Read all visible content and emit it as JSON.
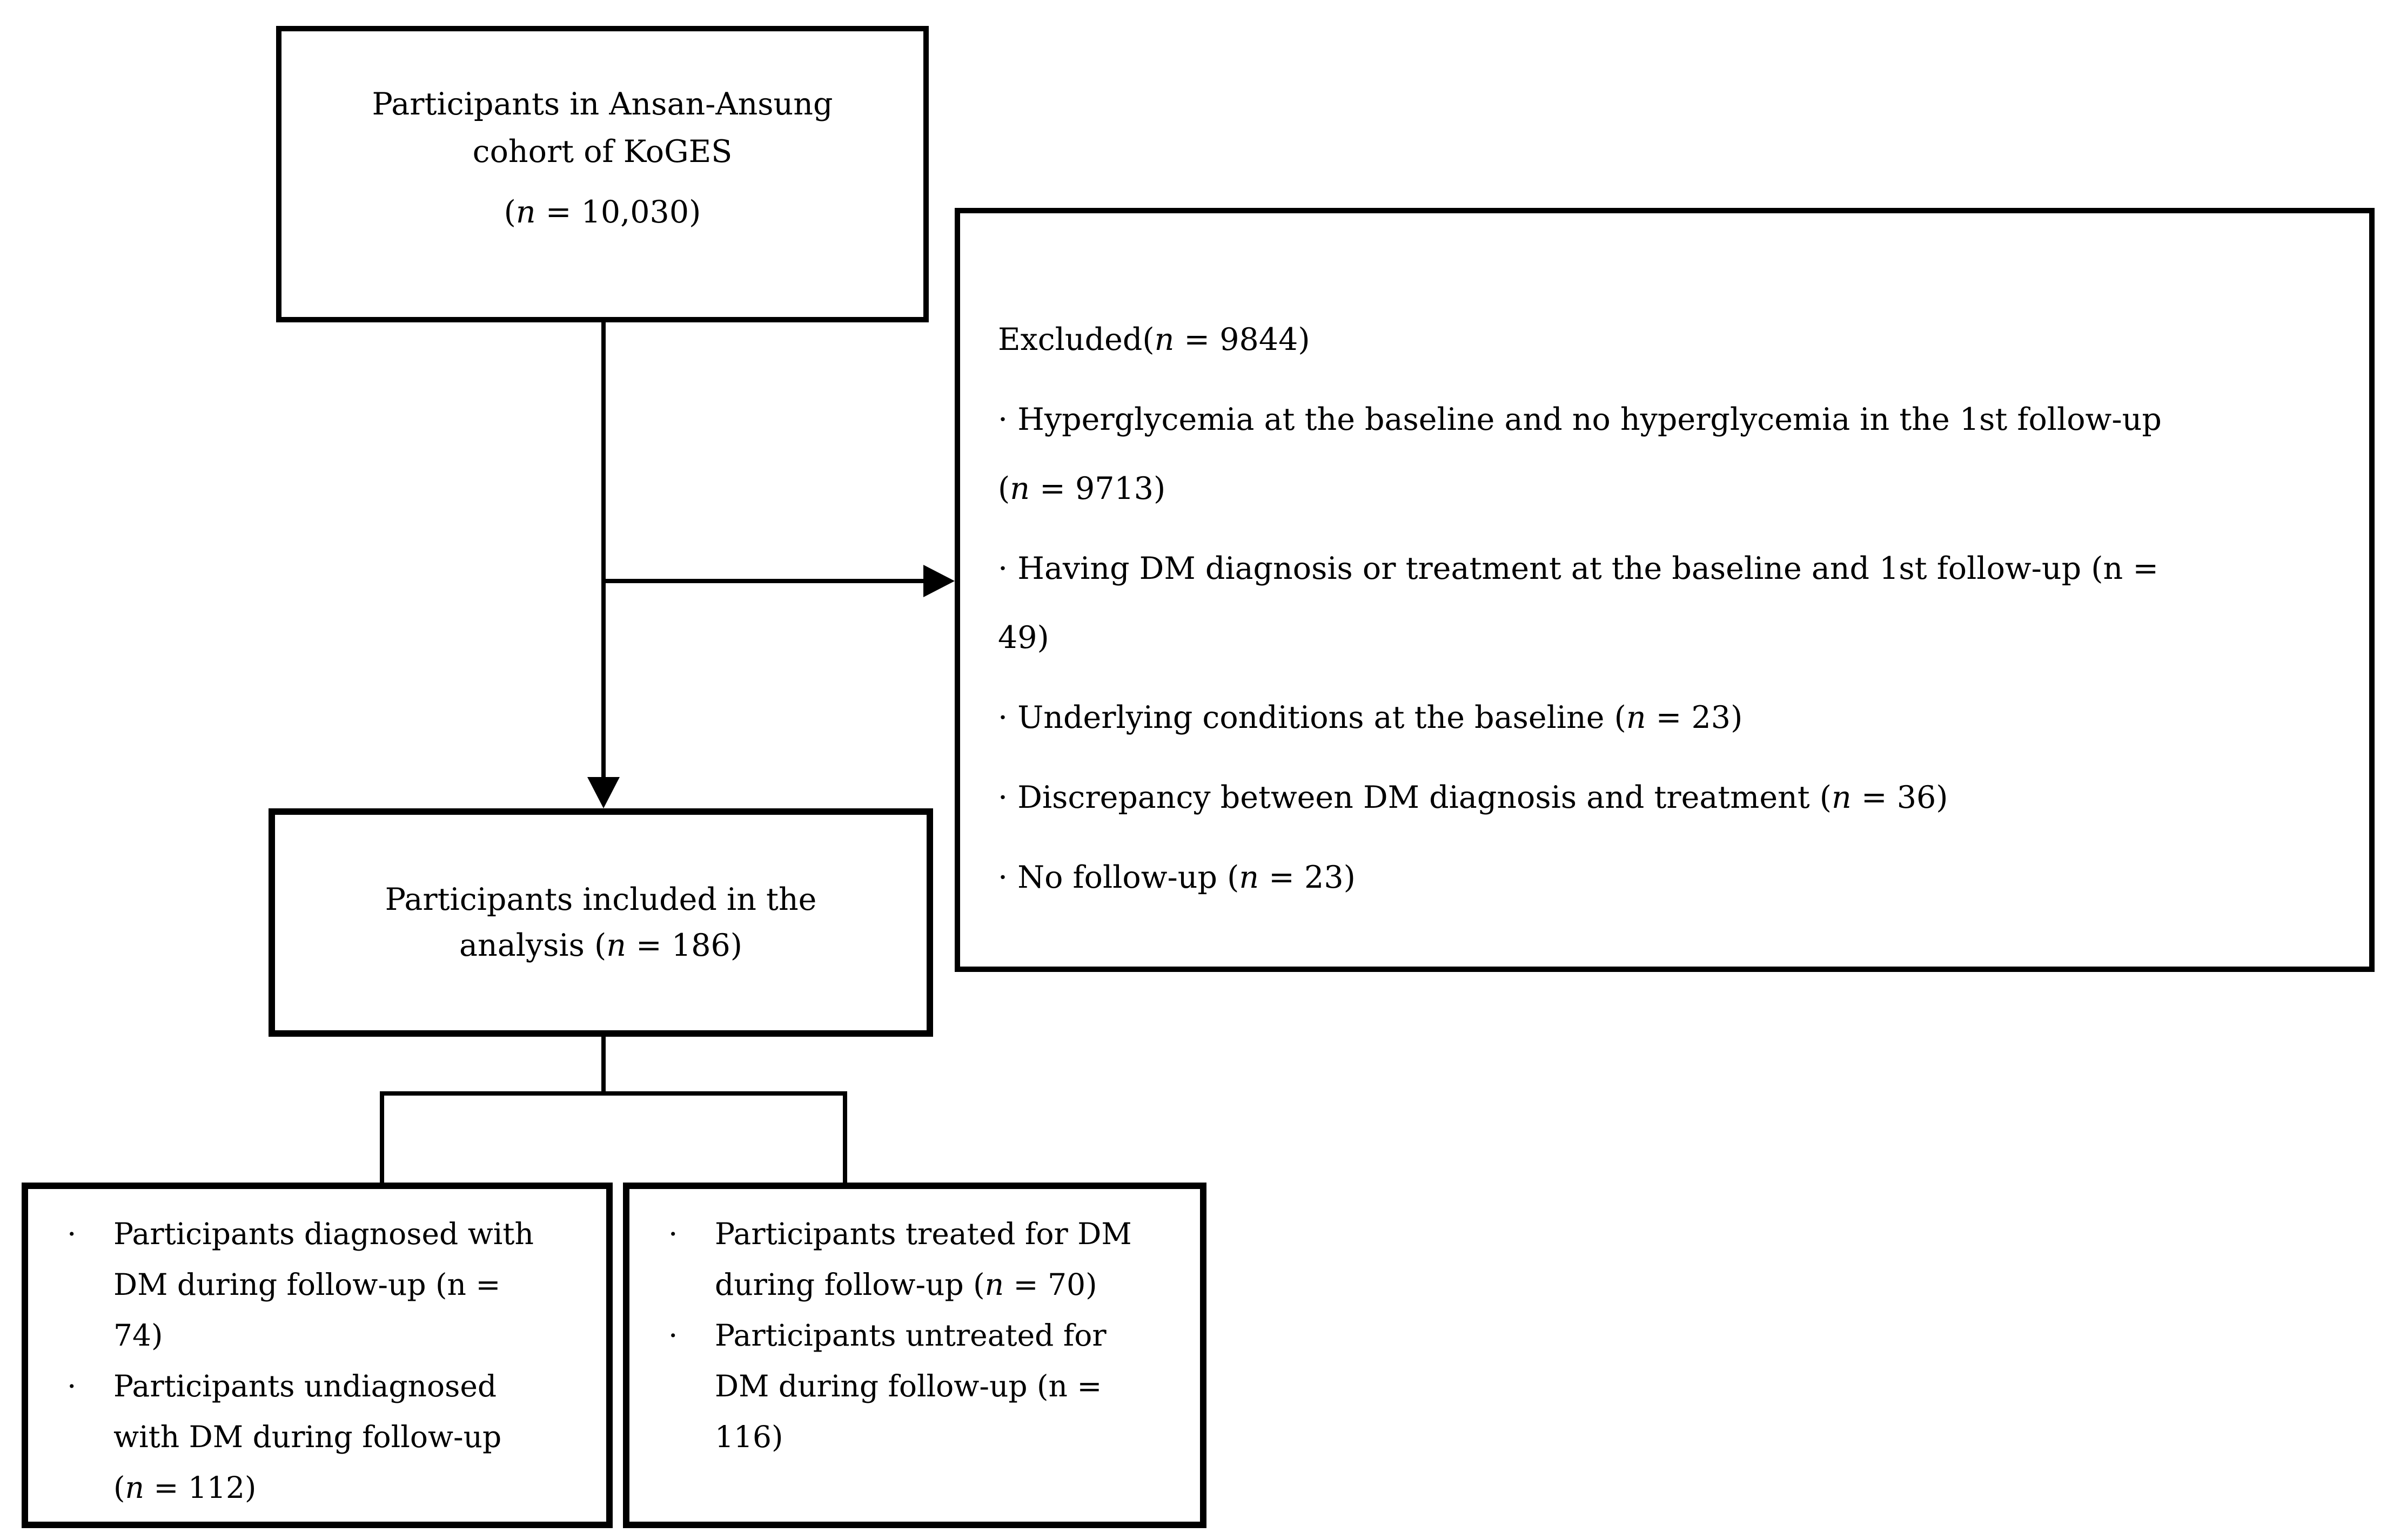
{
  "bullet_char": "·",
  "colors": {
    "ink": "#000000",
    "paper": "#ffffff"
  },
  "top_box": {
    "lines": "Participants in Ansan-Ansung\ncohort of KoGES",
    "count": "(n = 10,030)"
  },
  "excluded_box": {
    "title": "Excluded(n = 9844)",
    "items": [
      "· Hyperglycemia at the baseline and no hyperglycemia in the 1st follow-up\n(n = 9713)",
      "· Having DM diagnosis or treatment at the baseline and 1st follow-up (n =\n49)",
      "· Underlying conditions at the baseline (n = 23)",
      "· Discrepancy between DM diagnosis and treatment (n = 36)",
      "· No follow-up (n = 23)"
    ]
  },
  "analysis_box": {
    "text": "Participants included in the\nanalysis (n = 186)"
  },
  "diagnosis_box": {
    "items": [
      "Participants diagnosed with\nDM during follow-up (n =\n74)",
      "Participants undiagnosed\nwith DM during follow-up\n(n = 112)"
    ]
  },
  "treatment_box": {
    "items": [
      "Participants treated for DM\nduring follow-up (n = 70)",
      "Participants untreated for\nDM during follow-up (n =\n116)"
    ]
  }
}
